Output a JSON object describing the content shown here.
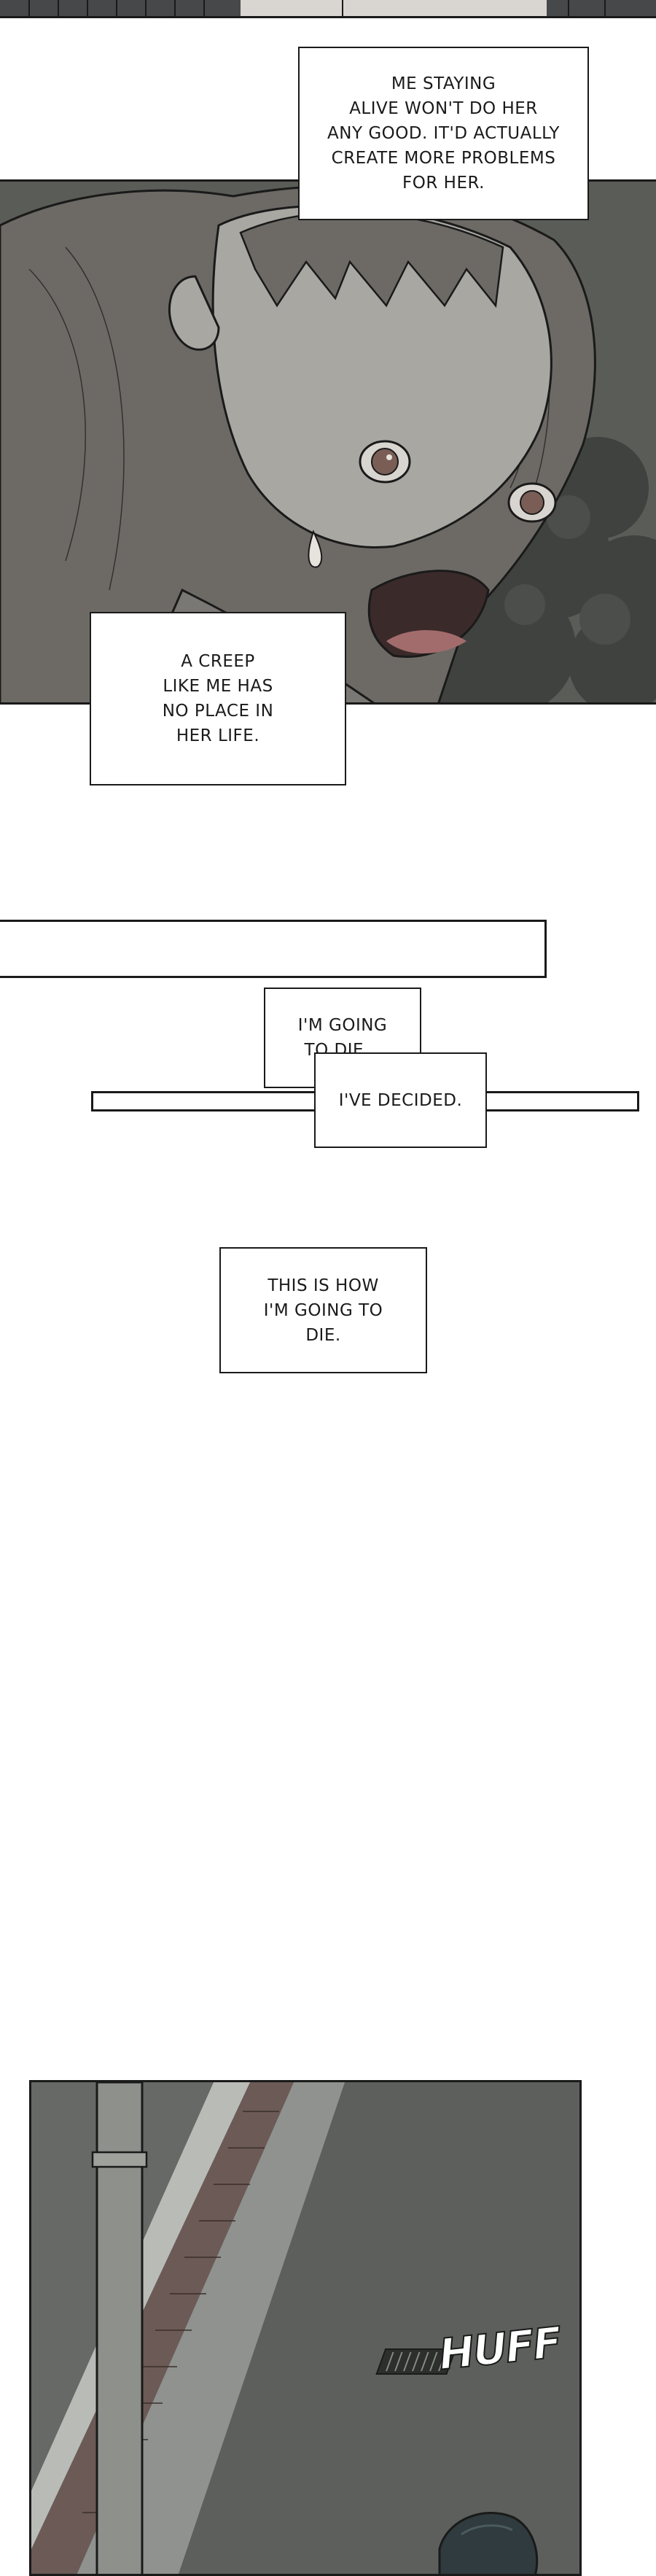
{
  "captions": {
    "c1": "ME STAYING\nALIVE WON'T DO HER\nANY GOOD. IT'D ACTUALLY\nCREATE MORE PROBLEMS\nFOR HER.",
    "c2": "A CREEP\nLIKE ME HAS\nNO PLACE IN\nHER LIFE.",
    "c3": "I'M GOING\nTO DIE...",
    "c4": "I'VE DECIDED.",
    "c5": "THIS IS HOW\nI'M GOING TO\nDIE."
  },
  "sfx": {
    "huff": "HUFF"
  },
  "colors": {
    "ink": "#1a1a1a",
    "panel_dark": "#5e605c",
    "panel_street": "#7d807c"
  }
}
